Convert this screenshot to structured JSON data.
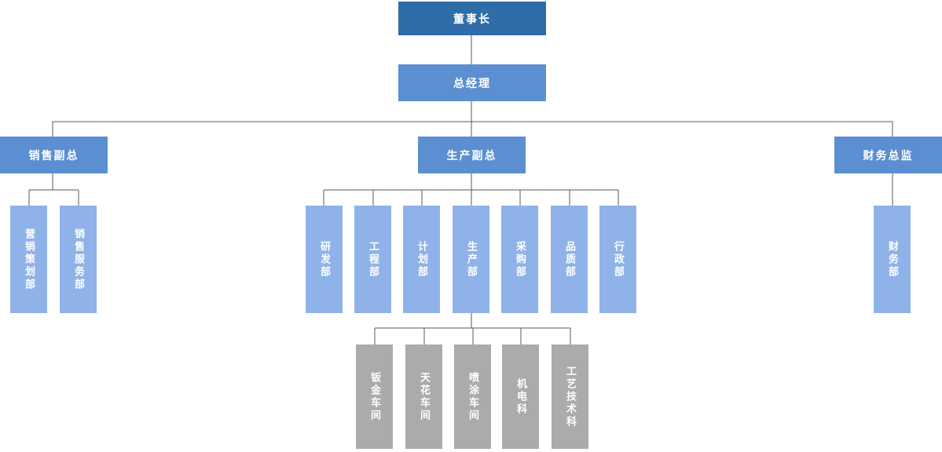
{
  "colors": {
    "level1": "#2E6DA8",
    "level2": "#5B8FD1",
    "level3": "#5B8FD1",
    "level4": "#8FB3E8",
    "level5": "#ABABAB",
    "connector": "#595959",
    "text": "#FFFFFF",
    "background": "#FFFFFF"
  },
  "org": {
    "chairman": {
      "label": "董事长"
    },
    "general_manager": {
      "label": "总经理"
    },
    "branches": [
      {
        "label": "销售副总",
        "children": [
          {
            "label": "营销策划部"
          },
          {
            "label": "销售服务部"
          }
        ]
      },
      {
        "label": "生产副总",
        "children": [
          {
            "label": "研发部"
          },
          {
            "label": "工程部"
          },
          {
            "label": "计划部"
          },
          {
            "label": "生产部",
            "children": [
              {
                "label": "钣金车间"
              },
              {
                "label": "天花车间"
              },
              {
                "label": "喷涂车间"
              },
              {
                "label": "机电科"
              },
              {
                "label": "工艺技术科"
              }
            ]
          },
          {
            "label": "采购部"
          },
          {
            "label": "品质部"
          },
          {
            "label": "行政部"
          }
        ]
      },
      {
        "label": "财务总监",
        "children": [
          {
            "label": "财务部"
          }
        ]
      }
    ]
  }
}
